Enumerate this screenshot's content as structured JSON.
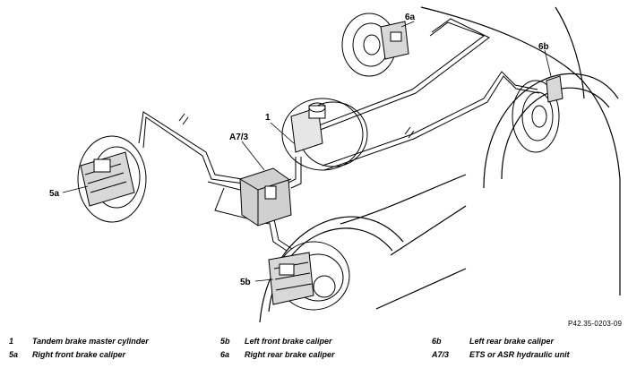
{
  "labels": {
    "master": "1",
    "hydraulic": "A7/3",
    "rf": "5a",
    "lf": "5b",
    "rr": "6a",
    "lr": "6b"
  },
  "figure_id": "P42.35-0203-09",
  "legend": [
    {
      "key": "1",
      "text": "Tandem brake master cylinder"
    },
    {
      "key": "5a",
      "text": "Right front brake caliper"
    },
    {
      "key": "5b",
      "text": "Left front brake caliper"
    },
    {
      "key": "6a",
      "text": "Right rear brake caliper"
    },
    {
      "key": "6b",
      "text": "Left rear brake caliper"
    },
    {
      "key": "A7/3",
      "text": "ETS or ASR hydraulic unit"
    }
  ]
}
